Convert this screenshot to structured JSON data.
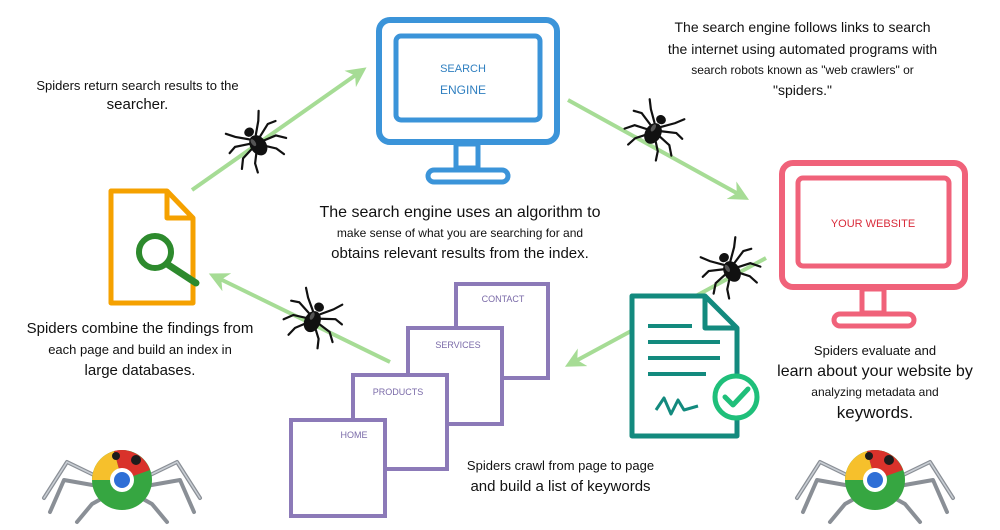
{
  "captions": {
    "spiders_return": [
      "Spiders return search results to the",
      "searcher."
    ],
    "follows_links": [
      "The search engine follows links to search",
      "the internet using automated programs with",
      "search robots known as \"web crawlers\" or",
      "\"spiders.\""
    ],
    "algorithm": [
      "The search engine uses an algorithm to",
      "make sense of what you are searching for and",
      "obtains relevant results from the index."
    ],
    "combine": [
      "Spiders combine the findings from",
      "each page and build an index in",
      "large databases."
    ],
    "evaluate": [
      "Spiders evaluate and",
      "learn about your website by",
      "analyzing metadata and",
      "keywords."
    ],
    "crawl": [
      "Spiders crawl from page to page",
      "and build a list of keywords"
    ]
  },
  "monitors": {
    "search_engine": {
      "line1": "SEARCH",
      "line2": "ENGINE"
    },
    "your_website": {
      "label": "YOUR WEBSITE"
    }
  },
  "pages": {
    "contact": "CONTACT",
    "services": "SERVICES",
    "products": "PRODUCTS",
    "home": "HOME"
  },
  "colors": {
    "search_monitor": "#3b94d9",
    "website_monitor": "#f0627a",
    "document_icon": "#f5a100",
    "magnifier": "#2d8a2d",
    "certificate": "#138a7e",
    "certificate_check": "#1fbf7a",
    "page_frames": "#8c7ab8",
    "arrows": "#a6dc95",
    "spider": "#111111",
    "robot_green": "#36a641",
    "robot_yellow": "#f6c02c",
    "robot_red": "#d9322b",
    "robot_blue": "#2f6fd6"
  }
}
